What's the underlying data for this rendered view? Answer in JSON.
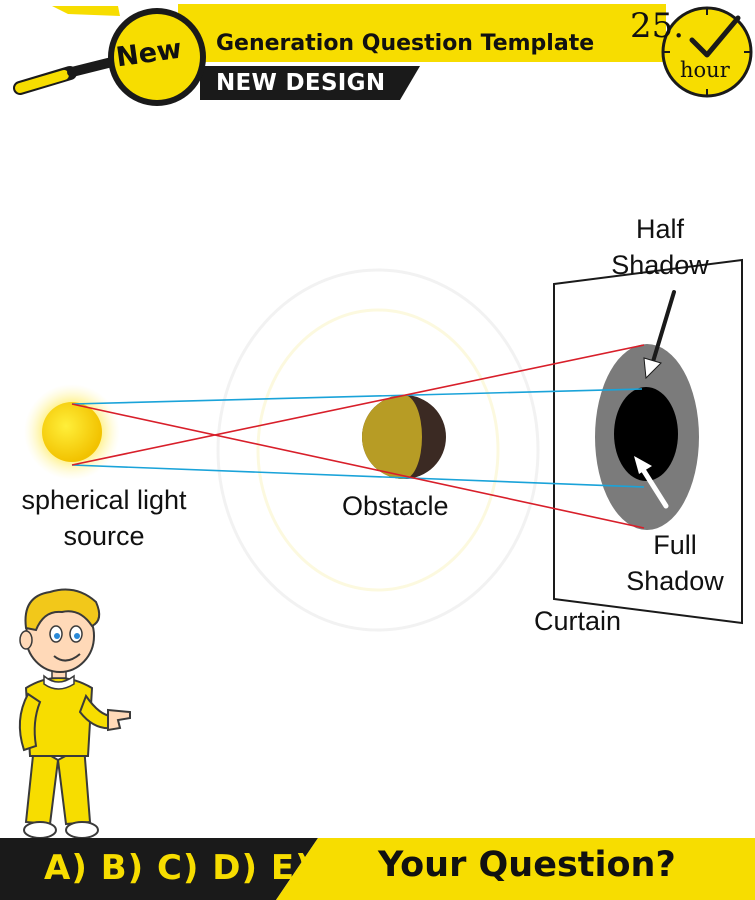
{
  "header": {
    "badge": "New",
    "title": "Generation Question Template",
    "subtitle": "NEW DESIGN",
    "clock_number": "25.",
    "clock_unit": "hour"
  },
  "diagram": {
    "light_source_label_line1": "spherical light",
    "light_source_label_line2": "source",
    "obstacle_label": "Obstacle",
    "half_shadow_line1": "Half",
    "half_shadow_line2": "Shadow",
    "full_shadow_line1": "Full",
    "full_shadow_line2": "Shadow",
    "curtain_label": "Curtain"
  },
  "footer": {
    "options": "A) B) C) D) E)",
    "question": "Your Question?"
  },
  "colors": {
    "accent_yellow": "#f7dd00",
    "ray_red": "#d81f2a",
    "ray_blue": "#1aa3d9",
    "half_shadow_gray": "#7b7b7b",
    "full_shadow_black": "#000000",
    "dark": "#1a1a1a"
  }
}
